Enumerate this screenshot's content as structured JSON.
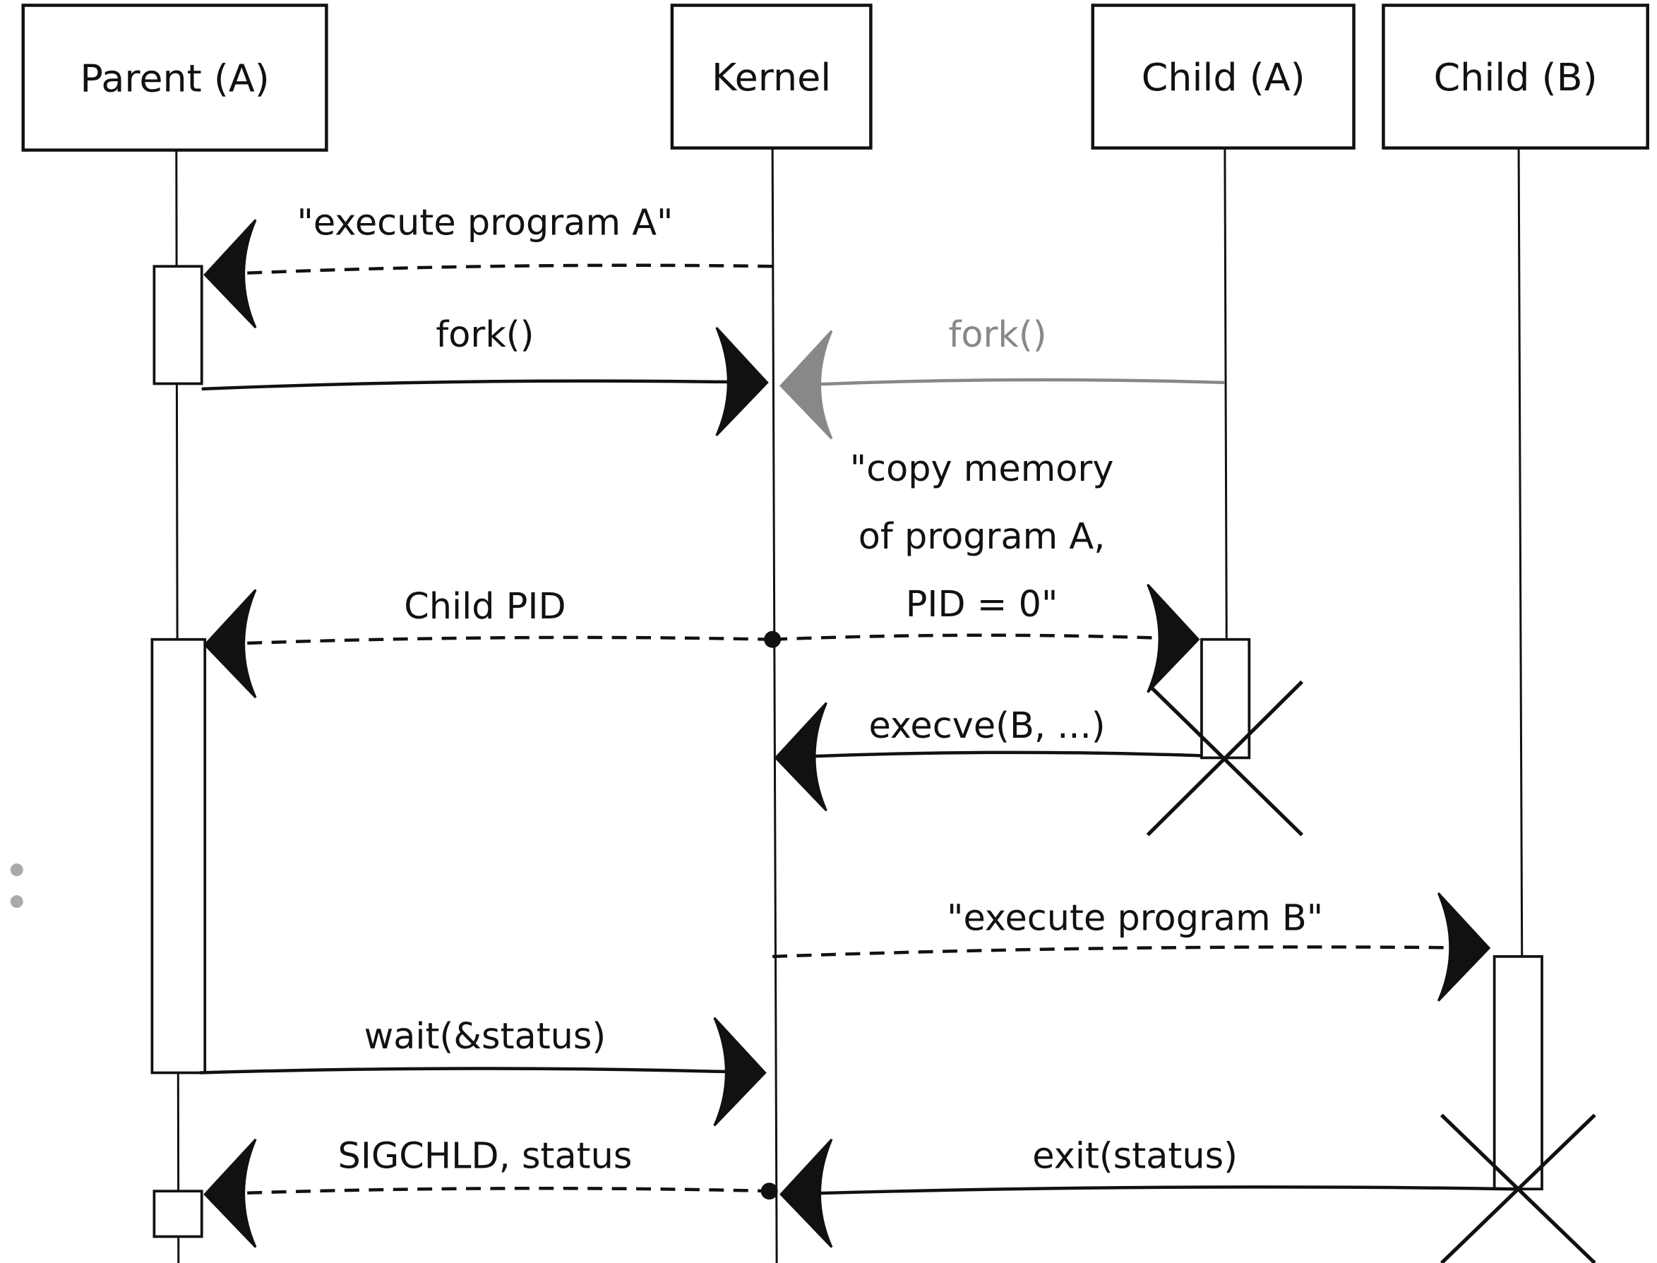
{
  "diagram": {
    "type": "sequence",
    "participants": [
      {
        "id": "parent",
        "label": "Parent (A)"
      },
      {
        "id": "kernel",
        "label": "Kernel"
      },
      {
        "id": "childA",
        "label": "Child (A)"
      },
      {
        "id": "childB",
        "label": "Child (B)"
      }
    ],
    "messages": [
      {
        "from": "kernel",
        "to": "parent",
        "style": "dashed",
        "label": [
          "\"execute program A\""
        ],
        "color": "#111111"
      },
      {
        "from": "parent",
        "to": "kernel",
        "style": "solid",
        "label": [
          "fork()"
        ],
        "color": "#111111"
      },
      {
        "from": "childA",
        "to": "kernel",
        "style": "solid",
        "label": [
          "fork()"
        ],
        "color": "#888888"
      },
      {
        "from": "kernel",
        "to": "parent",
        "style": "dashed",
        "label": [
          "Child PID"
        ],
        "color": "#111111"
      },
      {
        "from": "kernel",
        "to": "childA",
        "style": "dashed",
        "label": [
          "\"copy memory",
          "of program A,",
          "PID = 0\""
        ],
        "color": "#111111"
      },
      {
        "from": "childA",
        "to": "kernel",
        "style": "solid",
        "label": [
          "execve(B, ...)"
        ],
        "color": "#111111"
      },
      {
        "from": "kernel",
        "to": "childB",
        "style": "dashed",
        "label": [
          "\"execute program B\""
        ],
        "color": "#111111"
      },
      {
        "from": "parent",
        "to": "kernel",
        "style": "solid",
        "label": [
          "wait(&status)"
        ],
        "color": "#111111"
      },
      {
        "from": "childB",
        "to": "kernel",
        "style": "solid",
        "label": [
          "exit(status)"
        ],
        "color": "#111111"
      },
      {
        "from": "kernel",
        "to": "parent",
        "style": "dashed",
        "label": [
          "SIGCHLD, status"
        ],
        "color": "#111111"
      }
    ],
    "terminations": [
      "childA",
      "childB"
    ]
  }
}
